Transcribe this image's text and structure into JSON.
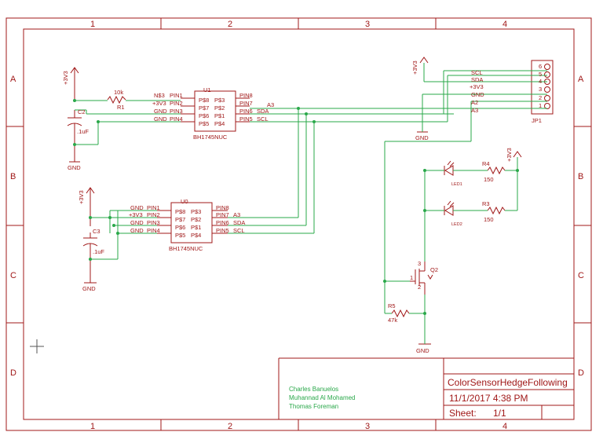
{
  "frame": {
    "col_labels": [
      "1",
      "2",
      "3",
      "4"
    ],
    "row_labels": [
      "A",
      "B",
      "C",
      "D"
    ]
  },
  "title_block": {
    "authors": [
      "Charles Banuelos",
      "Muhannad Al Mohamed",
      "Thomas Foreman"
    ],
    "title": "ColorSensorHedgeFollowing",
    "date": "11/1/2017 4:38 PM",
    "sheet_label": "Sheet:",
    "sheet_value": "1/1"
  },
  "power": {
    "vcc": "+3V3",
    "gnd": "GND"
  },
  "u1": {
    "name": "U1",
    "value": "BH1745NUC",
    "left_pins": [
      "PIN1",
      "PIN2",
      "PIN3",
      "PIN4"
    ],
    "left_nets": [
      "N$3",
      "+3V3",
      "GND",
      "GND"
    ],
    "right_pins": [
      "PIN8",
      "PIN7",
      "PIN6",
      "PIN5"
    ],
    "right_nets": [
      "",
      "A3",
      "SDA",
      "SCL"
    ],
    "pads_left": [
      "P$8",
      "P$7",
      "P$6",
      "P$5"
    ],
    "pads_right": [
      "P$3",
      "P$2",
      "P$1",
      "P$4"
    ]
  },
  "u0": {
    "name": "U0",
    "value": "BH1745NUC",
    "left_pins": [
      "PIN1",
      "PIN2",
      "PIN3",
      "PIN4"
    ],
    "left_nets": [
      "GND",
      "+3V3",
      "GND",
      "GND"
    ],
    "right_pins": [
      "PIN8",
      "PIN7",
      "PIN6",
      "PIN5"
    ],
    "right_nets": [
      "",
      "A3",
      "SDA",
      "SCL"
    ],
    "pads_left": [
      "P$8",
      "P$7",
      "P$6",
      "P$5"
    ],
    "pads_right": [
      "P$3",
      "P$2",
      "P$1",
      "P$4"
    ]
  },
  "r1": {
    "name": "R1",
    "value": "10k"
  },
  "c2": {
    "name": "C2",
    "value": ".1uF"
  },
  "c3": {
    "name": "C3",
    "value": ".1uF"
  },
  "jp1": {
    "name": "JP1",
    "pin_numbers": [
      "6",
      "5",
      "4",
      "3",
      "2",
      "1"
    ],
    "nets": [
      "",
      "SCL",
      "SDA",
      "+3V3",
      "GND",
      "A2",
      "A3"
    ]
  },
  "r4": {
    "name": "R4",
    "value": "150"
  },
  "r3": {
    "name": "R3",
    "value": "150"
  },
  "r5": {
    "name": "R5",
    "value": "47k"
  },
  "led1": {
    "name": "LED1"
  },
  "led2": {
    "name": "LED2"
  },
  "q2": {
    "name": "Q2",
    "pin_g": "1",
    "pin_d": "3",
    "pin_s": "2"
  }
}
